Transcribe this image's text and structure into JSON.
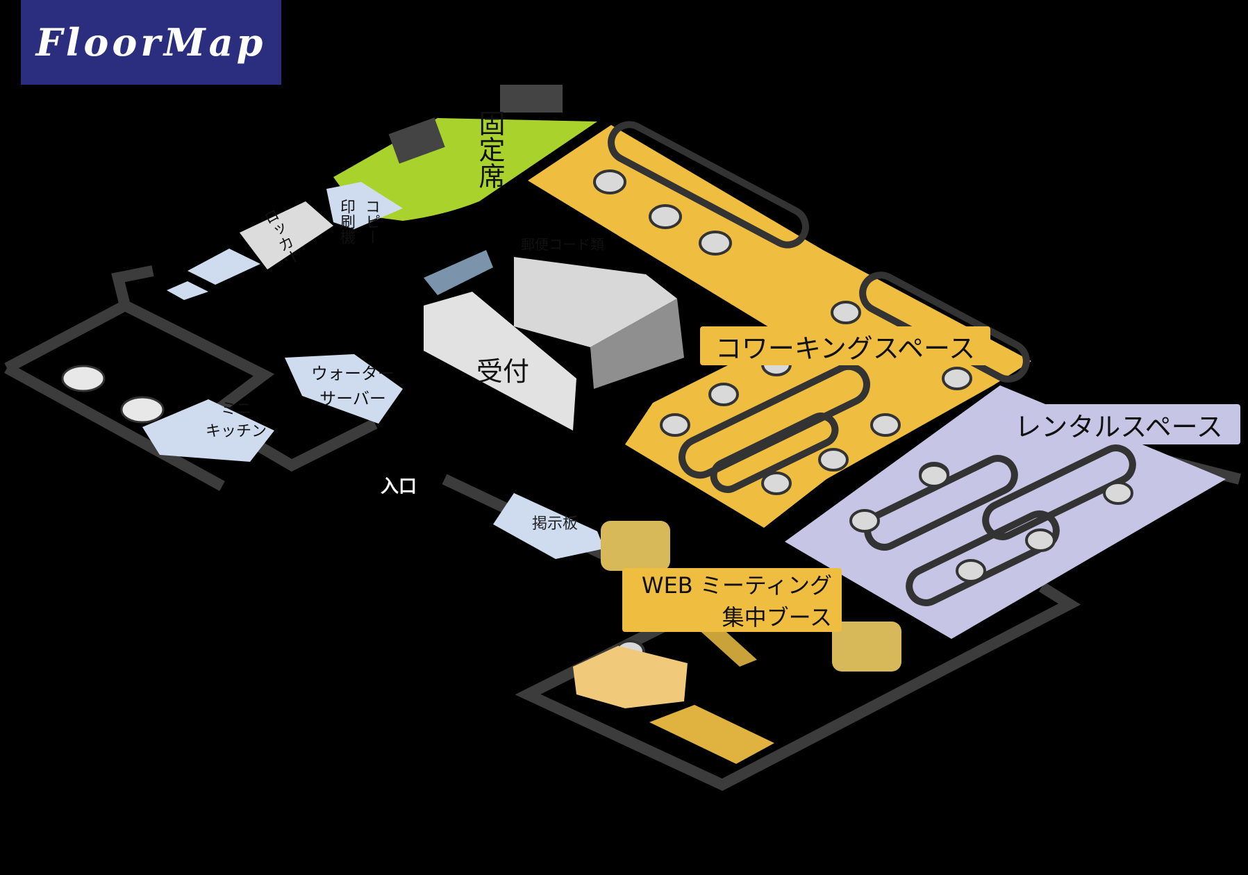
{
  "title": "FloorMap",
  "areas": {
    "fixed_seats": "固定席",
    "coworking": "コワーキングスペース",
    "rental": "レンタルスペース",
    "reception": "受付",
    "web_booth_line1": "WEB ミーティング",
    "web_booth_line2": "集中ブース",
    "water_server_line1": "ウォーター",
    "water_server_line2": "サーバー",
    "kitchen_line1": "ミニ",
    "kitchen_line2": "キッチン",
    "entrance": "入口",
    "bulletin": "掲示板",
    "locker": "ロッカー",
    "copier_line1": "コピー",
    "copier_line2": "印刷機",
    "mail_box": "郵便コード類"
  },
  "colors": {
    "title_bg": "#2b2e7e",
    "coworking": "#efbd40",
    "rental": "#c7c5e6",
    "fixed": "#a9d32c",
    "light_blue": "#cfdcef",
    "wall": "#3c3c3c"
  }
}
